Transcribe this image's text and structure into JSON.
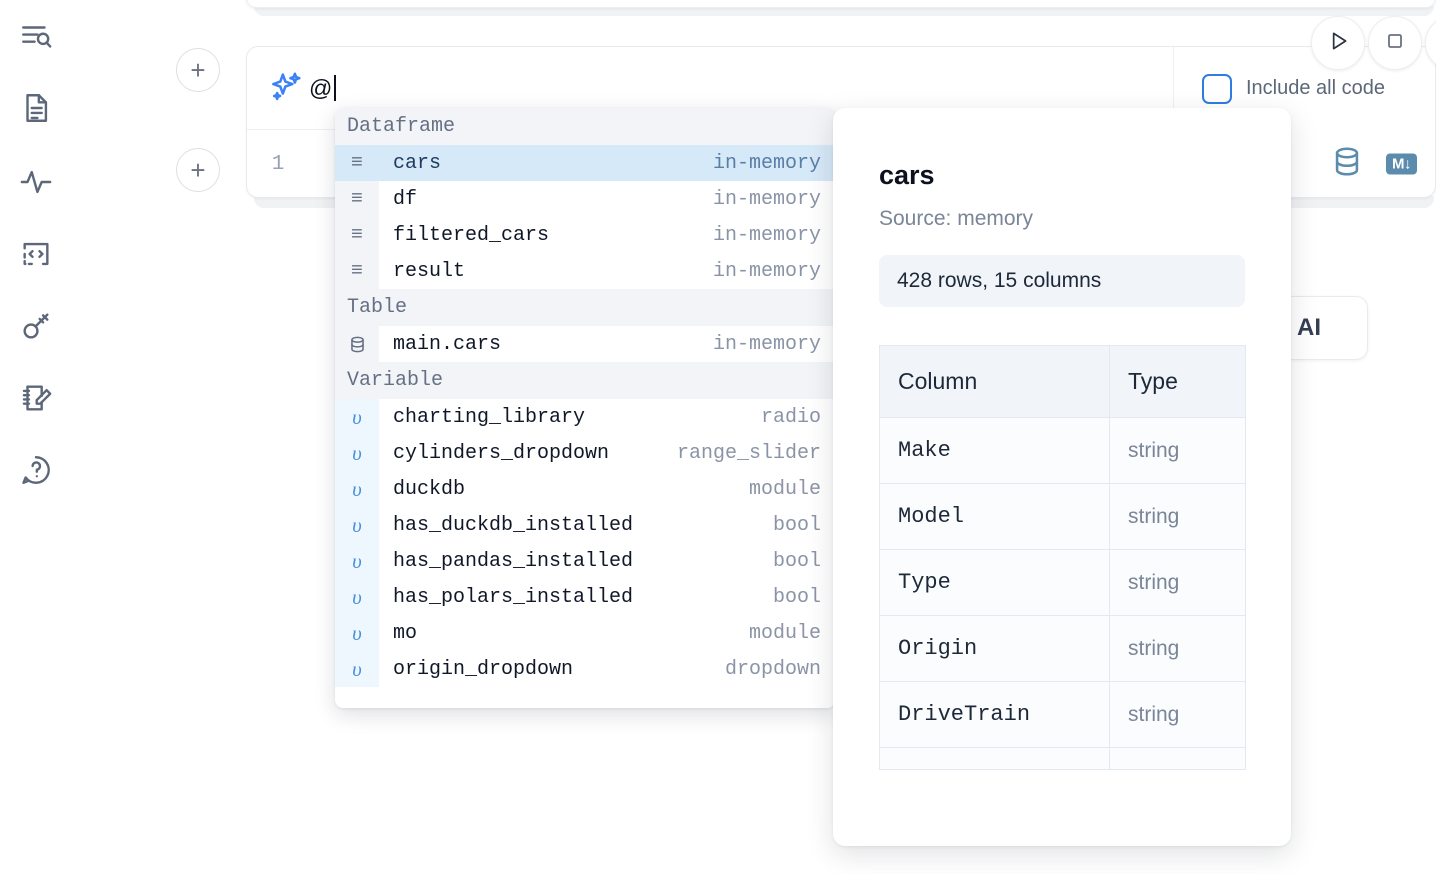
{
  "sidebar": {
    "items": [
      {
        "name": "explore-icon",
        "label": "Explore"
      },
      {
        "name": "document-icon",
        "label": "Documentation"
      },
      {
        "name": "activity-icon",
        "label": "Activity"
      },
      {
        "name": "snippets-icon",
        "label": "Snippets"
      },
      {
        "name": "secrets-icon",
        "label": "Secrets"
      },
      {
        "name": "scratchpad-icon",
        "label": "Scratchpad"
      },
      {
        "name": "help-icon",
        "label": "Help"
      }
    ]
  },
  "toolbar": {
    "run_label": "Run",
    "stop_label": "Stop"
  },
  "ai_prompt": {
    "icon": "sparkle-icon",
    "value": "@",
    "include_all_code_label": "Include all code",
    "include_all_code_checked": false
  },
  "editor": {
    "line_number": "1",
    "icons": [
      {
        "name": "database-icon",
        "label": "SQL"
      },
      {
        "name": "markdown-icon",
        "label": "M↓"
      }
    ]
  },
  "ai_pill": {
    "label": "AI"
  },
  "completion": {
    "groups": [
      {
        "label": "Dataframe",
        "icon": "dataframe-icon",
        "glyph": "≡",
        "kind": "dataframe",
        "items": [
          {
            "name": "cars",
            "type": "in-memory",
            "selected": true
          },
          {
            "name": "df",
            "type": "in-memory",
            "selected": false
          },
          {
            "name": "filtered_cars",
            "type": "in-memory",
            "selected": false
          },
          {
            "name": "result",
            "type": "in-memory",
            "selected": false
          }
        ]
      },
      {
        "label": "Table",
        "icon": "table-icon",
        "glyph": "⛁",
        "kind": "table",
        "items": [
          {
            "name": "main.cars",
            "type": "in-memory",
            "selected": false
          }
        ]
      },
      {
        "label": "Variable",
        "icon": "variable-icon",
        "glyph": "υ",
        "kind": "variable",
        "items": [
          {
            "name": "charting_library",
            "type": "radio",
            "selected": false
          },
          {
            "name": "cylinders_dropdown",
            "type": "range_slider",
            "selected": false
          },
          {
            "name": "duckdb",
            "type": "module",
            "selected": false
          },
          {
            "name": "has_duckdb_installed",
            "type": "bool",
            "selected": false
          },
          {
            "name": "has_pandas_installed",
            "type": "bool",
            "selected": false
          },
          {
            "name": "has_polars_installed",
            "type": "bool",
            "selected": false
          },
          {
            "name": "mo",
            "type": "module",
            "selected": false
          },
          {
            "name": "origin_dropdown",
            "type": "dropdown",
            "selected": false
          }
        ]
      }
    ]
  },
  "detail": {
    "title": "cars",
    "source": "Source: memory",
    "dimensions": "428 rows, 15 columns",
    "columns_header": "Column",
    "type_header": "Type",
    "rows": [
      {
        "column": "Make",
        "type": "string"
      },
      {
        "column": "Model",
        "type": "string"
      },
      {
        "column": "Type",
        "type": "string"
      },
      {
        "column": "Origin",
        "type": "string"
      },
      {
        "column": "DriveTrain",
        "type": "string"
      }
    ]
  }
}
